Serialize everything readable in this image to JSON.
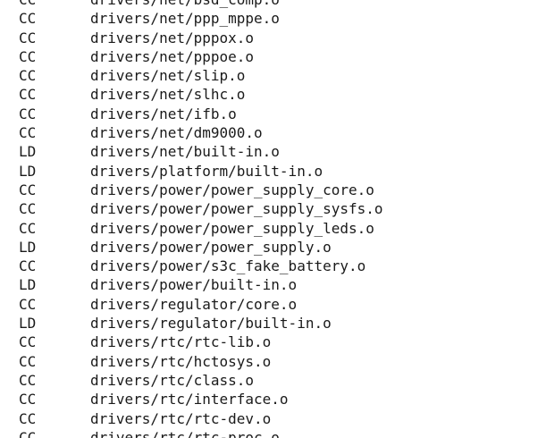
{
  "terminal": {
    "lines": [
      {
        "cmd": "CC",
        "path": "drivers/net/bsd_comp.o"
      },
      {
        "cmd": "CC",
        "path": "drivers/net/ppp_mppe.o"
      },
      {
        "cmd": "CC",
        "path": "drivers/net/pppox.o"
      },
      {
        "cmd": "CC",
        "path": "drivers/net/pppoe.o"
      },
      {
        "cmd": "CC",
        "path": "drivers/net/slip.o"
      },
      {
        "cmd": "CC",
        "path": "drivers/net/slhc.o"
      },
      {
        "cmd": "CC",
        "path": "drivers/net/ifb.o"
      },
      {
        "cmd": "CC",
        "path": "drivers/net/dm9000.o"
      },
      {
        "cmd": "LD",
        "path": "drivers/net/built-in.o"
      },
      {
        "cmd": "LD",
        "path": "drivers/platform/built-in.o"
      },
      {
        "cmd": "CC",
        "path": "drivers/power/power_supply_core.o"
      },
      {
        "cmd": "CC",
        "path": "drivers/power/power_supply_sysfs.o"
      },
      {
        "cmd": "CC",
        "path": "drivers/power/power_supply_leds.o"
      },
      {
        "cmd": "LD",
        "path": "drivers/power/power_supply.o"
      },
      {
        "cmd": "CC",
        "path": "drivers/power/s3c_fake_battery.o"
      },
      {
        "cmd": "LD",
        "path": "drivers/power/built-in.o"
      },
      {
        "cmd": "CC",
        "path": "drivers/regulator/core.o"
      },
      {
        "cmd": "LD",
        "path": "drivers/regulator/built-in.o"
      },
      {
        "cmd": "CC",
        "path": "drivers/rtc/rtc-lib.o"
      },
      {
        "cmd": "CC",
        "path": "drivers/rtc/hctosys.o"
      },
      {
        "cmd": "CC",
        "path": "drivers/rtc/class.o"
      },
      {
        "cmd": "CC",
        "path": "drivers/rtc/interface.o"
      },
      {
        "cmd": "CC",
        "path": "drivers/rtc/rtc-dev.o"
      },
      {
        "cmd": "CC",
        "path": "drivers/rtc/rtc-proc.o"
      }
    ]
  }
}
